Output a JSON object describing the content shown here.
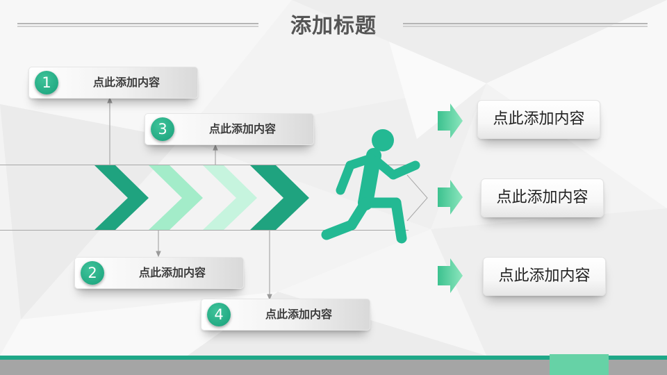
{
  "slide": {
    "title": "添加标题",
    "left_items": [
      {
        "number": "1",
        "label": "点此添加内容"
      },
      {
        "number": "3",
        "label": "点此添加内容"
      },
      {
        "number": "2",
        "label": "点此添加内容"
      },
      {
        "number": "4",
        "label": "点此添加内容"
      }
    ],
    "right_items": [
      {
        "label": "点此添加内容"
      },
      {
        "label": "点此添加内容"
      },
      {
        "label": "点此添加内容"
      }
    ]
  },
  "colors": {
    "accent": "#1fa888",
    "chevron_dark": "#1fa37f",
    "chevron_light": "#a3ecc9",
    "chevron_lighter": "#c6f4de",
    "runner": "#23b993",
    "arrow_start": "#3cc18f",
    "arrow_end": "#8ce6bd",
    "bottom_tab": "#66d2a6",
    "bottom_gray": "#a5a5a5"
  },
  "icons": [
    "runner-icon",
    "chevron-icon",
    "arrow-right-icon"
  ]
}
